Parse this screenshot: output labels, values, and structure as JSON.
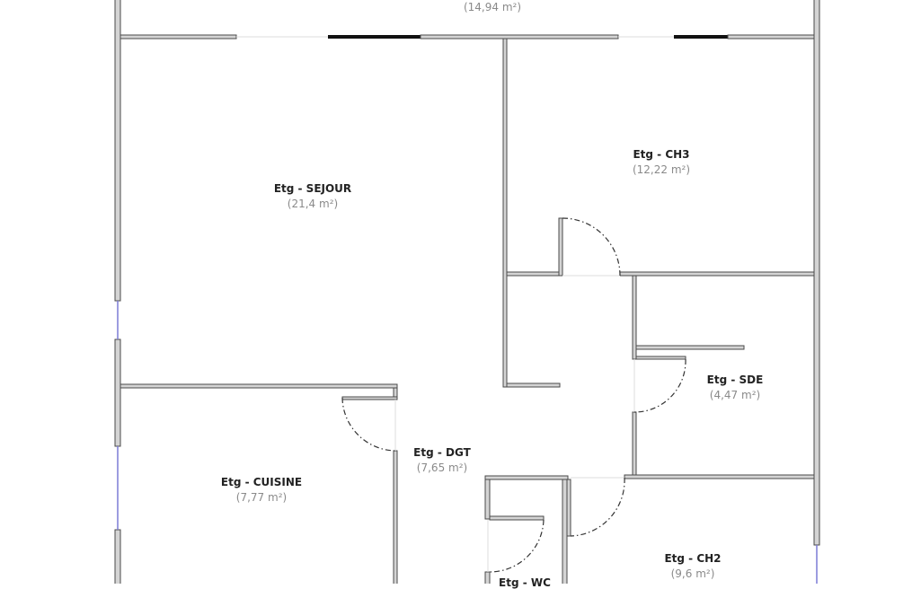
{
  "plan": {
    "rooms": [
      {
        "id": "top",
        "name": "",
        "area": "(14,94 m²)"
      },
      {
        "id": "sejour",
        "name": "Etg - SEJOUR",
        "area": "(21,4 m²)"
      },
      {
        "id": "ch3",
        "name": "Etg - CH3",
        "area": "(12,22 m²)"
      },
      {
        "id": "sde",
        "name": "Etg - SDE",
        "area": "(4,47 m²)"
      },
      {
        "id": "dgt",
        "name": "Etg - DGT",
        "area": "(7,65 m²)"
      },
      {
        "id": "cuisine",
        "name": "Etg - CUISINE",
        "area": "(7,77 m²)"
      },
      {
        "id": "ch2",
        "name": "Etg - CH2",
        "area": "(9,6 m²)"
      },
      {
        "id": "wc",
        "name": "Etg - WC",
        "area": ""
      }
    ],
    "colors": {
      "wall_fill": "#d4d4d4",
      "wall_stroke": "#4a4a4a",
      "window": "#7b7bd6",
      "area_text": "#8a8a8a"
    }
  }
}
